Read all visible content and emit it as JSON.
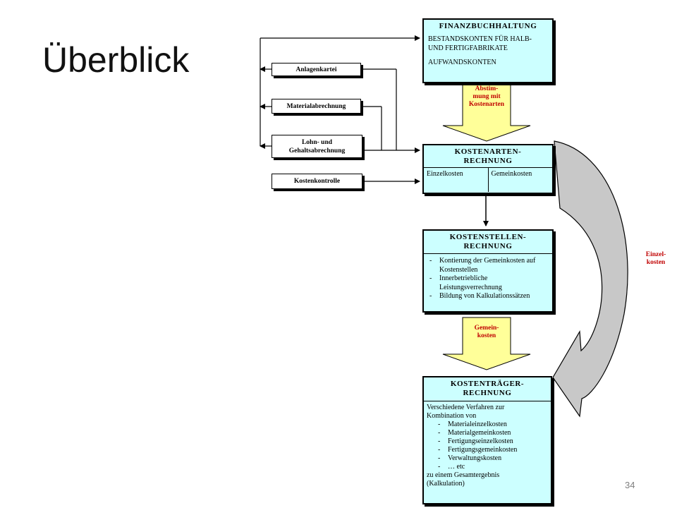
{
  "slide": {
    "title": "Überblick",
    "page_number": "34"
  },
  "finanzbuchhaltung": {
    "header": "FINANZBUCHHALTUNG",
    "line1": "BESTANDSKONTEN FÜR HALB-",
    "line2": "UND FERTIGFABRIKATE",
    "line3": "AUFWANDSKONTEN"
  },
  "side_boxes": {
    "anlagenkartei": "Anlagenkartei",
    "materialabrechnung": "Materialabrechnung",
    "lohn_line1": "Lohn- und",
    "lohn_line2": "Gehaltsabrechnung",
    "kostenkontrolle": "Kostenkontrolle"
  },
  "arrow_labels": {
    "abstimmung_1": "Abstim-",
    "abstimmung_2": "mung mit",
    "abstimmung_3": "Kostenarten",
    "gemeinkosten_1": "Gemein-",
    "gemeinkosten_2": "kosten",
    "einzelkosten_1": "Einzel-",
    "einzelkosten_2": "kosten"
  },
  "kostenarten": {
    "header1": "KOSTENARTEN-",
    "header2": "RECHNUNG",
    "col1": "Einzelkosten",
    "col2": "Gemeinkosten"
  },
  "kostenstellen": {
    "header1": "KOSTENSTELLEN-",
    "header2": "RECHNUNG",
    "items": [
      {
        "l1": "Kontierung der Gemeinkosten auf",
        "l2": "Kostenstellen"
      },
      {
        "l1": "Innerbetriebliche",
        "l2": "Leistungsverrechnung"
      },
      {
        "l1": "Bildung von Kalkulationssätzen",
        "l2": ""
      }
    ]
  },
  "kostentraeger": {
    "header1": "KOSTENTRÄGER-",
    "header2": "RECHNUNG",
    "intro1": "Verschiedene Verfahren zur",
    "intro2": "Kombination von",
    "items": [
      "Materialeinzelkosten",
      "Materialgemeinkosten",
      "Fertigungseinzelkosten",
      "Fertigungsgemeinkosten",
      "Verwaltungskosten",
      "… etc"
    ],
    "outro1": "zu einem Gesamtergebnis",
    "outro2": "(Kalkulation)"
  }
}
